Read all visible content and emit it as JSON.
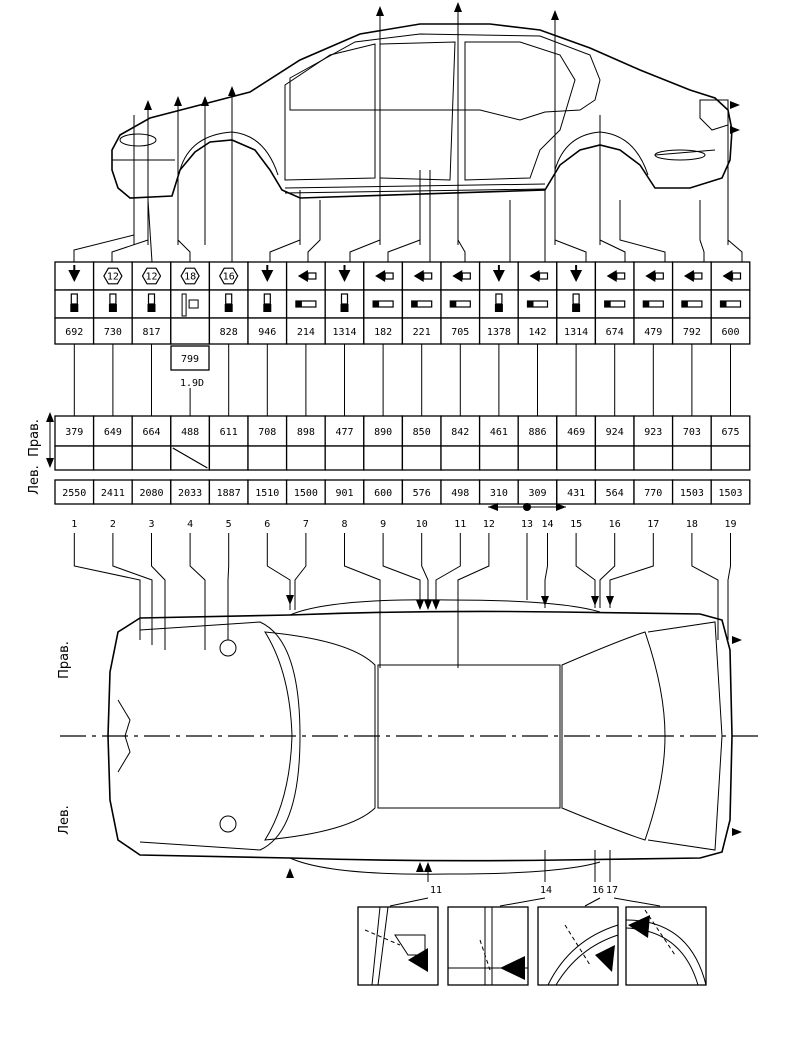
{
  "side_labels": {
    "right": "Прав.",
    "left": "Лев."
  },
  "rows": {
    "height": [
      "692",
      "730",
      "817",
      "",
      "828",
      "946",
      "214",
      "1314",
      "182",
      "221",
      "705",
      "1378",
      "142",
      "1314",
      "674",
      "479",
      "792",
      "600"
    ],
    "icon_types": [
      "arrow-down",
      "hex",
      "hex",
      "hex",
      "hex",
      "arrow-down",
      "arrow-left",
      "arrow-down",
      "arrow-left",
      "arrow-left",
      "arrow-left",
      "arrow-down",
      "arrow-left",
      "arrow-down",
      "arrow-left",
      "arrow-left",
      "arrow-left",
      "arrow-left"
    ],
    "hex_labels": [
      "",
      "12",
      "12",
      "18",
      "16",
      "",
      "",
      "",
      "",
      "",
      "",
      "",
      "",
      "",
      "",
      "",
      "",
      ""
    ],
    "width": [
      "379",
      "649",
      "664",
      "488",
      "611",
      "708",
      "898",
      "477",
      "890",
      "850",
      "842",
      "461",
      "886",
      "469",
      "924",
      "923",
      "703",
      "675"
    ],
    "length": [
      "2550",
      "2411",
      "2080",
      "2033",
      "1887",
      "1510",
      "1500",
      "901",
      "600",
      "576",
      "498",
      "310",
      "309",
      "431",
      "564",
      "770",
      "1503",
      "1503"
    ],
    "points": [
      "1",
      "2",
      "3",
      "4",
      "5",
      "6",
      "7",
      "8",
      "9",
      "10",
      "11",
      "12",
      "13",
      "14",
      "15",
      "16",
      "17",
      "18",
      "19"
    ]
  },
  "sub_box": {
    "value": "799",
    "note": "1.9D"
  },
  "callouts": [
    "11",
    "14",
    "16",
    "17"
  ],
  "colors": {
    "ink": "#000000",
    "paper": "#ffffff"
  }
}
